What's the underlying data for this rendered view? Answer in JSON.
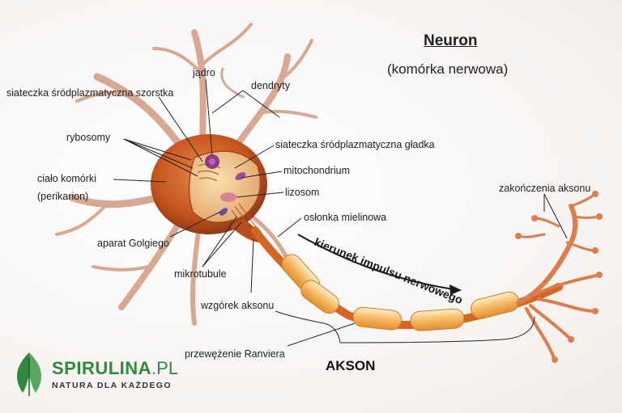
{
  "title": "Neuron",
  "subtitle": "(komórka nerwowa)",
  "labels": {
    "jadro": "jądro",
    "siateczka_szorstka": "siateczka śródplazmatyczna szorstka",
    "dendryty": "dendryty",
    "rybosomy": "rybosomy",
    "siateczka_gladka": "siateczka śródplazmatyczna gładka",
    "cialo_line1": "ciało komórki",
    "cialo_line2": "(perikarion)",
    "mitochondrium": "mitochondrium",
    "lizosom": "lizosom",
    "zakonczenia": "zakończenia aksonu",
    "oslonka": "osłonka mielinowa",
    "aparat": "aparat Golgiego",
    "mikrotubule": "mikrotubule",
    "wzgorek": "wzgórek aksonu",
    "przewezenie": "przewężenie Ranviera",
    "akson": "AKSON",
    "kierunek": "kierunek impulsu nerwowego"
  },
  "brand": {
    "name": "SPIRULINA",
    "tld": ".PL",
    "tagline": "NATURA DLA KAŻDEGO"
  },
  "colors": {
    "cell": "#c7541e",
    "dendrite": "#cc8a6f",
    "myelin": "#f3b35c",
    "axon": "#d9651f",
    "brand_green": "#2f8a3e"
  }
}
